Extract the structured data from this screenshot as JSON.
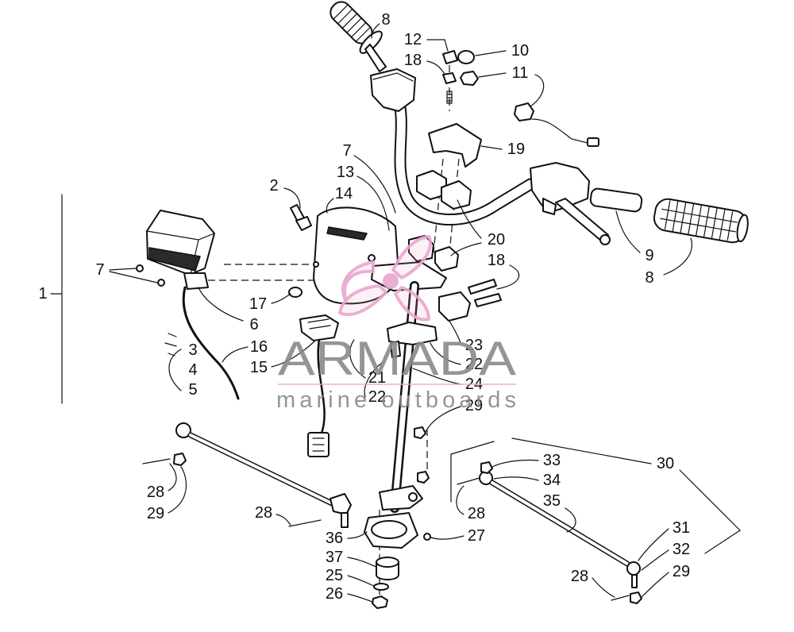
{
  "callouts": [
    "8",
    "12",
    "18",
    "10",
    "11",
    "19",
    "7",
    "13",
    "14",
    "2",
    "20",
    "18",
    "9",
    "8",
    "7",
    "1",
    "17",
    "6",
    "16",
    "3",
    "4",
    "5",
    "15",
    "21",
    "22",
    "23",
    "22",
    "24",
    "29",
    "33",
    "30",
    "34",
    "35",
    "28",
    "29",
    "28",
    "28",
    "36",
    "27",
    "37",
    "25",
    "26",
    "31",
    "32",
    "29",
    "28"
  ],
  "watermark": {
    "brand": "ARMADA",
    "tagline": "marine outboards"
  },
  "colors": {
    "ink": "#111111",
    "watermark_text": "#8a8a8a",
    "watermark_accent": "#e9a6cf"
  }
}
